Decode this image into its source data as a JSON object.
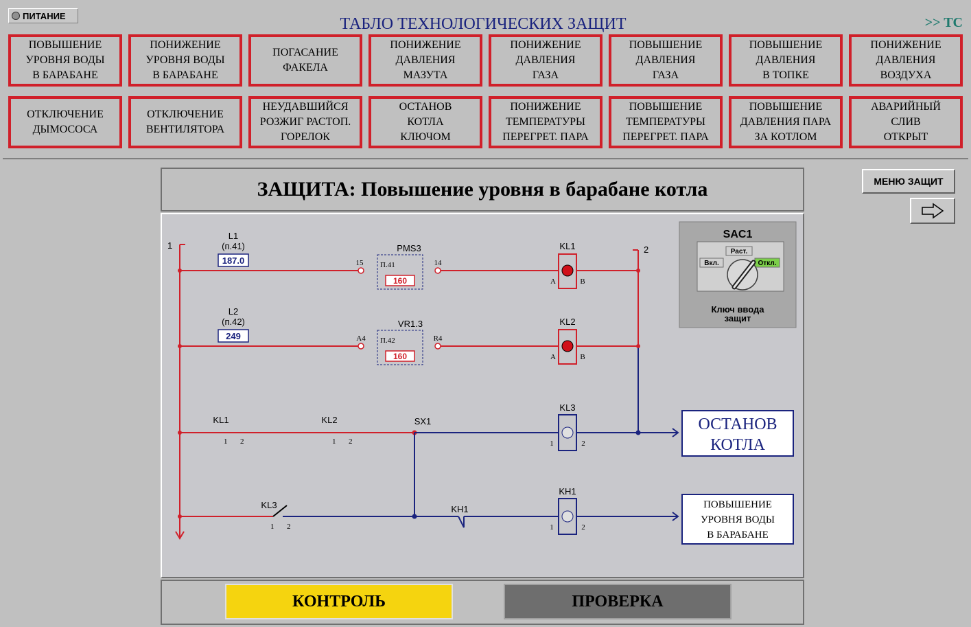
{
  "header": {
    "power_label": "ПИТАНИЕ",
    "board_title": "ТАБЛО ТЕХНОЛОГИЧЕСКИХ ЗАЩИТ",
    "tc_label": ">> TC"
  },
  "protections_row1": [
    "ПОВЫШЕНИЕ\nУРОВНЯ ВОДЫ\nВ БАРАБАНЕ",
    "ПОНИЖЕНИЕ\nУРОВНЯ ВОДЫ\nВ БАРАБАНЕ",
    "ПОГАСАНИЕ\nФАКЕЛА",
    "ПОНИЖЕНИЕ\nДАВЛЕНИЯ\nМАЗУТА",
    "ПОНИЖЕНИЕ\nДАВЛЕНИЯ\nГАЗА",
    "ПОВЫШЕНИЕ\nДАВЛЕНИЯ\nГАЗА",
    "ПОВЫШЕНИЕ\nДАВЛЕНИЯ\nВ ТОПКЕ",
    "ПОНИЖЕНИЕ\nДАВЛЕНИЯ\nВОЗДУХА"
  ],
  "protections_row2": [
    "ОТКЛЮЧЕНИЕ\nДЫМОСОСА",
    "ОТКЛЮЧЕНИЕ\nВЕНТИЛЯТОРА",
    "НЕУДАВШИЙСЯ\nРОЗЖИГ РАСТОП.\nГОРЕЛОК",
    "ОСТАНОВ\nКОТЛА\nКЛЮЧОМ",
    "ПОНИЖЕНИЕ\nТЕМПЕРАТУРЫ\nПЕРЕГРЕТ. ПАРА",
    "ПОВЫШЕНИЕ\nТЕМПЕРАТУРЫ\nПЕРЕГРЕТ. ПАРА",
    "ПОВЫШЕНИЕ\nДАВЛЕНИЯ ПАРА\nЗА КОТЛОМ",
    "АВАРИЙНЫЙ\nСЛИВ\nОТКРЫТ"
  ],
  "protection_title": "ЗАЩИТА: Повышение уровня в барабане котла",
  "menu_button": "МЕНЮ ЗАЩИТ",
  "diagram": {
    "bus_left": "1",
    "bus_right": "2",
    "l1_name": "L1",
    "l1_param": "(п.41)",
    "l1_value": "187.0",
    "l2_name": "L2",
    "l2_param": "(п.42)",
    "l2_value": "249",
    "pms3_name": "PMS3",
    "pms3_left": "15",
    "pms3_right": "14",
    "pms3_param": "П.41",
    "pms3_setpoint": "160",
    "vr13_name": "VR1.3",
    "vr13_left": "A4",
    "vr13_right": "R4",
    "vr13_param": "П.42",
    "vr13_setpoint": "160",
    "kl1": "KL1",
    "kl2": "KL2",
    "kl3": "KL3",
    "kh1": "KH1",
    "sx1": "SX1",
    "pin_a": "A",
    "pin_b": "B",
    "pin_1": "1",
    "pin_2": "2",
    "output1": "ОСТАНОВ\nКОТЛА",
    "output2": "ПОВЫШЕНИЕ\nУРОВНЯ ВОДЫ\nВ БАРАБАНЕ"
  },
  "sac1": {
    "title": "SAC1",
    "pos_on": "Вкл.",
    "pos_mid": "Раст.",
    "pos_off": "Откл.",
    "caption_line1": "Ключ ввода",
    "caption_line2": "защит"
  },
  "buttons": {
    "control": "КОНТРОЛЬ",
    "check": "ПРОВЕРКА"
  },
  "colors": {
    "red": "#d0202a",
    "blue": "#1a237e",
    "yellow": "#f5d40f",
    "green": "#7ccf4a"
  }
}
